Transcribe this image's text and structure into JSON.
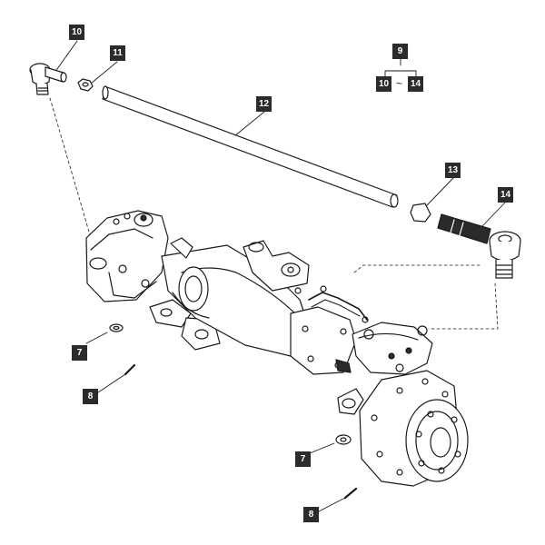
{
  "callouts": {
    "c10_top": "10",
    "c11": "11",
    "c12": "12",
    "c9": "9",
    "c9_from": "10",
    "c9_sep": "~",
    "c9_to": "14",
    "c13": "13",
    "c14": "14",
    "c7_left": "7",
    "c8_left": "8",
    "c7_bottom": "7",
    "c8_bottom": "8"
  },
  "colors": {
    "line": "#1a1a1a",
    "callout_bg": "#2b2b2b",
    "callout_text": "#ffffff",
    "shade": "#e6e6e6"
  }
}
